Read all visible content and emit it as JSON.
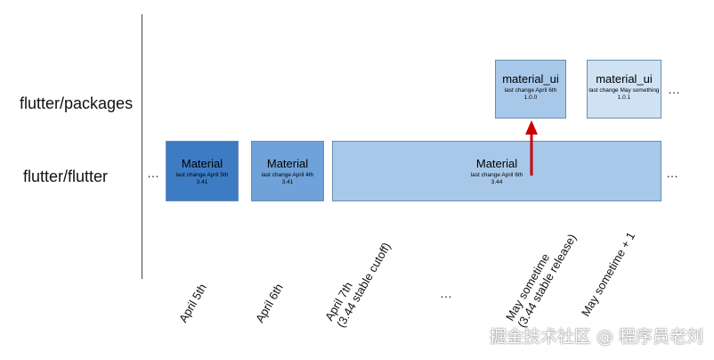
{
  "rows": {
    "packages_label": "flutter/packages",
    "flutter_label": "flutter/flutter"
  },
  "flutter_boxes": [
    {
      "title": "Material",
      "sub": "last change April 5th",
      "ver": "3.41"
    },
    {
      "title": "Material",
      "sub": "last change April 4th",
      "ver": "3.41"
    },
    {
      "title": "Material",
      "sub": "last change April 6th",
      "ver": "3.44"
    }
  ],
  "package_boxes": [
    {
      "title": "material_ui",
      "sub": "last change April 6th",
      "ver": "1.0.0"
    },
    {
      "title": "material_ui",
      "sub": "last change May something",
      "ver": "1.0.1"
    }
  ],
  "ellipsis": "…",
  "timeline": [
    {
      "label": "April 5th"
    },
    {
      "label": "April 6th"
    },
    {
      "label": "April 7th",
      "label2": "(3.44 stable cutoff)"
    },
    {
      "label": "…"
    },
    {
      "label": "May sometime",
      "label2": "(3.44 stable release)"
    },
    {
      "label": "May sometime + 1"
    }
  ],
  "watermark": "掘金技术社区 @ 程序员老刘",
  "colors": {
    "box_dark": "#3d7cc5",
    "box_medium": "#6ea2d8",
    "box_light": "#a8c8ea",
    "box_lighter": "#cfe2f3",
    "arrow": "#cc0000"
  }
}
